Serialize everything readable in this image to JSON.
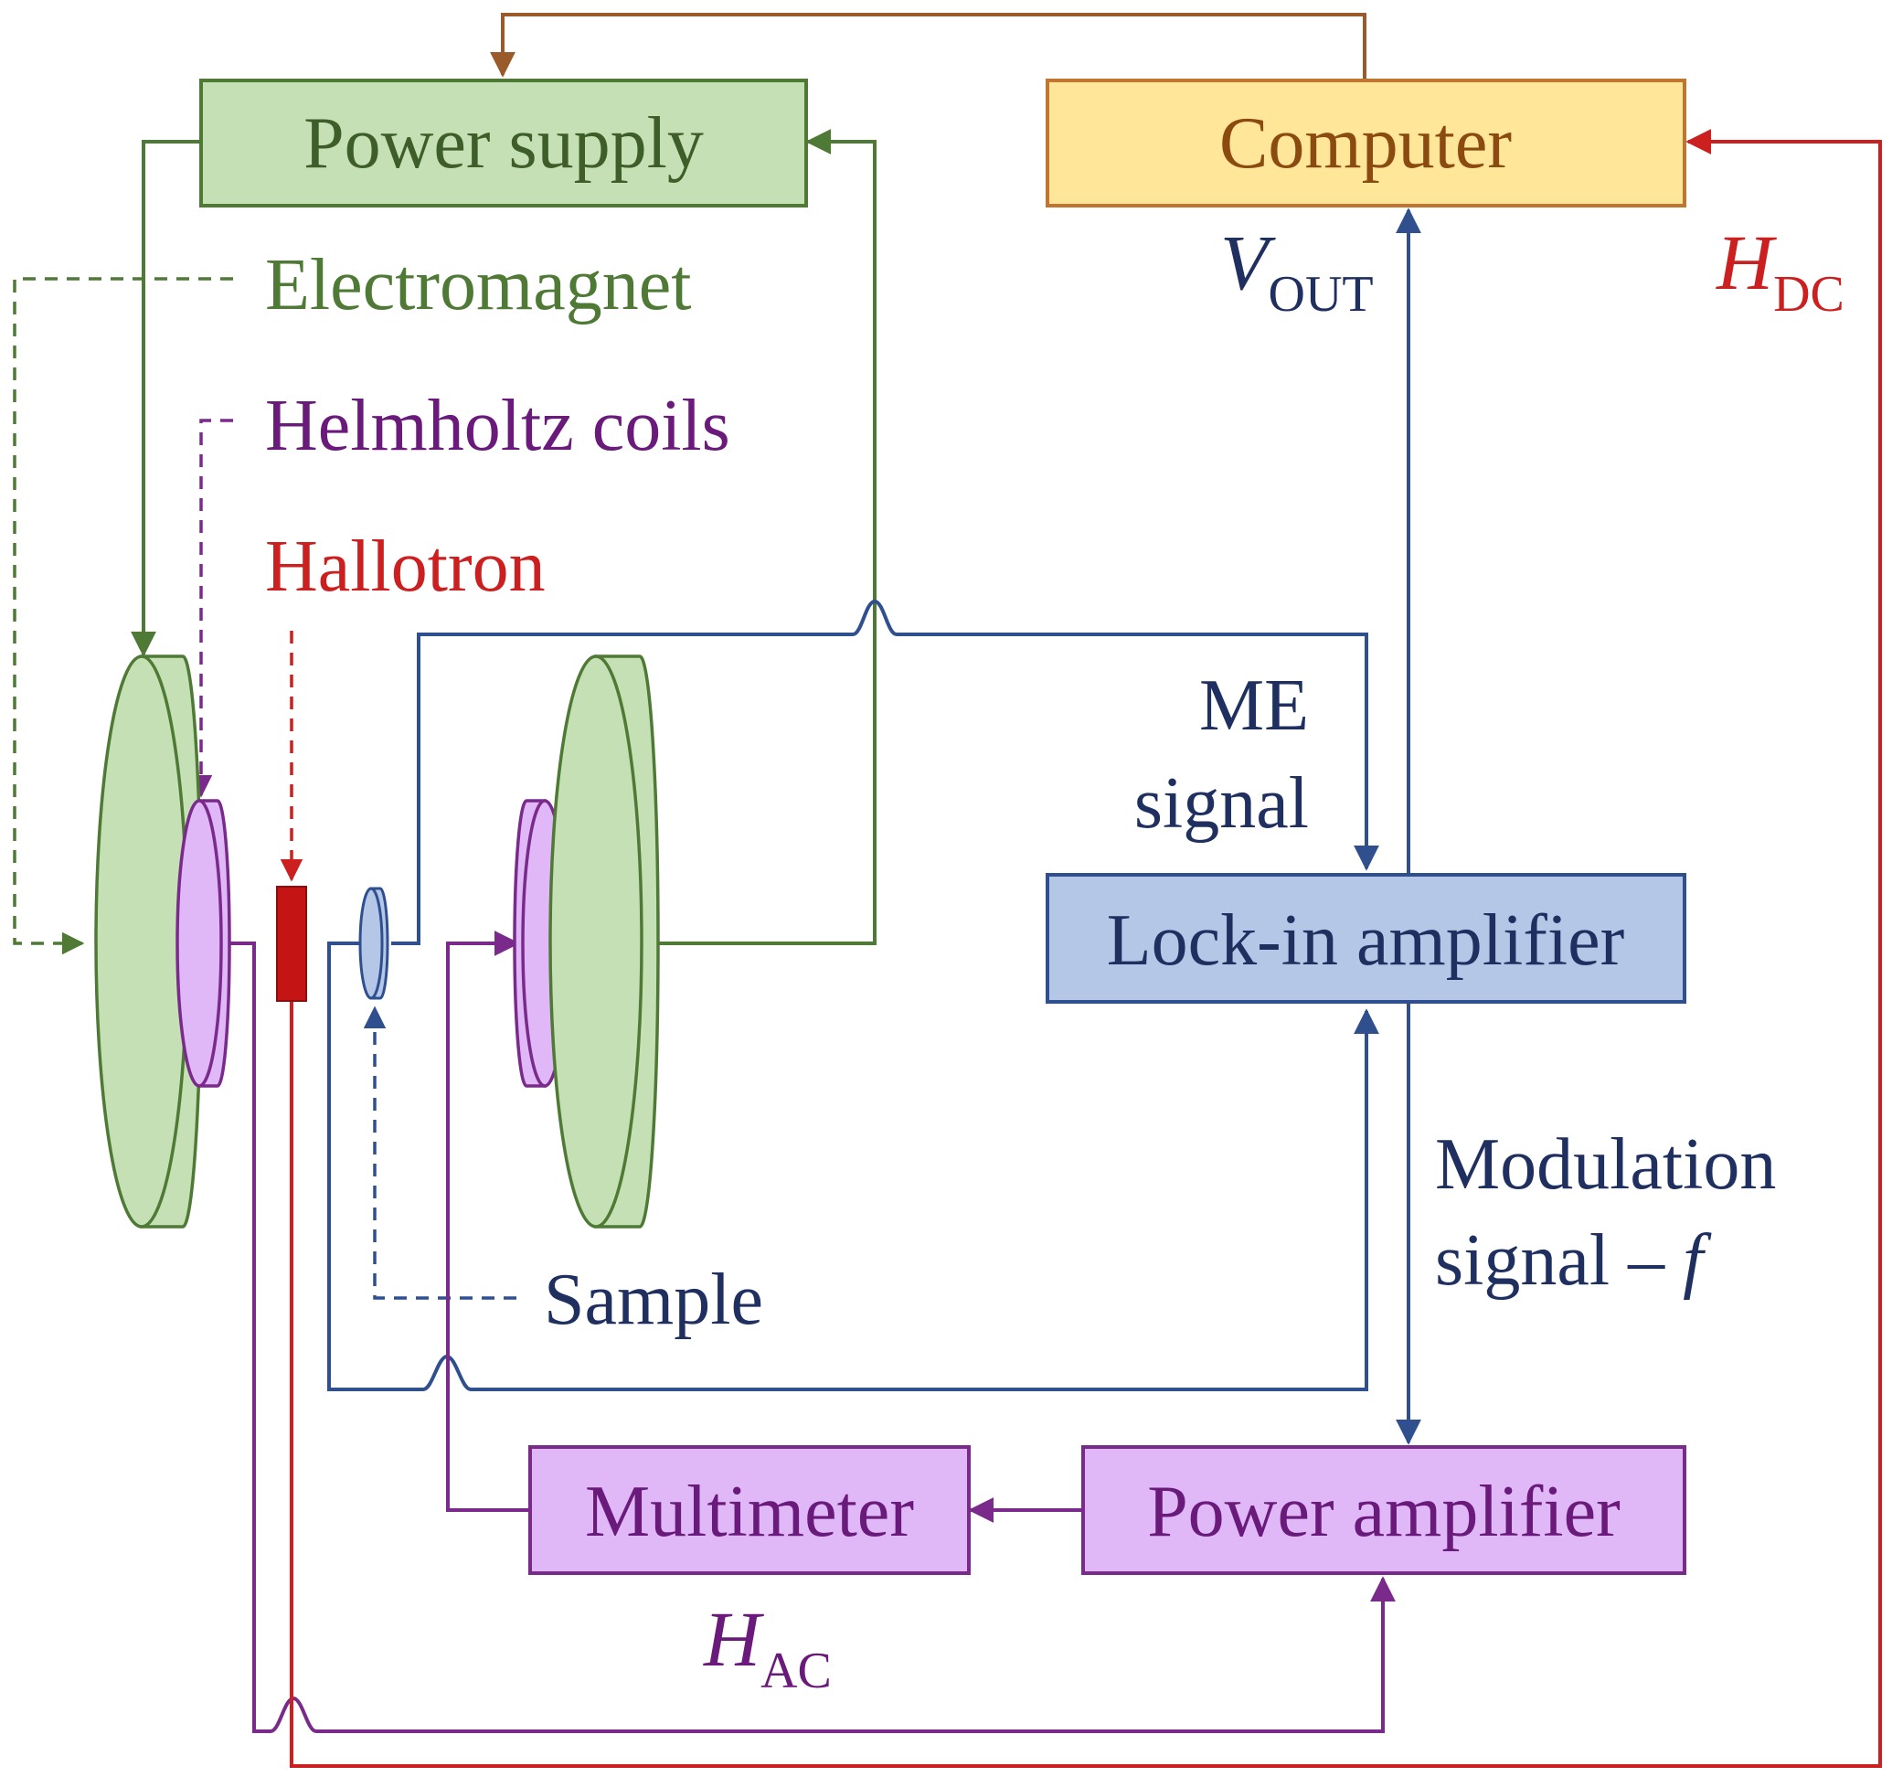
{
  "colors": {
    "green_fill": "#c5e0b4",
    "green_line": "#4e7a36",
    "orange_fill": "#ffe699",
    "orange_line": "#c07530",
    "orange_text": "#8a4a10",
    "blue_fill": "#b4c7e7",
    "blue_line": "#2f4f8f",
    "blue_text": "#1f3060",
    "purple_fill": "#e0b8f8",
    "purple_line": "#7a2a8a",
    "purple_text": "#6a1a7a",
    "red": "#cc1f1f",
    "brown_line": "#9b5a2a"
  },
  "boxes": {
    "power_supply": "Power supply",
    "computer": "Computer",
    "lockin": "Lock-in amplifier",
    "multimeter": "Multimeter",
    "power_amp": "Power amplifier"
  },
  "labels": {
    "electromagnet": "Electromagnet",
    "helmholtz": "Helmholtz coils",
    "hallotron": "Hallotron",
    "sample": "Sample",
    "me_signal_line1": "ME",
    "me_signal_line2": "signal",
    "modulation_line1": "Modulation",
    "modulation_line2": "signal – ",
    "modulation_f": "f"
  },
  "symbols": {
    "vout_main": "V",
    "vout_sub": "OUT",
    "hdc_main": "H",
    "hdc_sub": "DC",
    "hac_main": "H",
    "hac_sub": "AC"
  }
}
